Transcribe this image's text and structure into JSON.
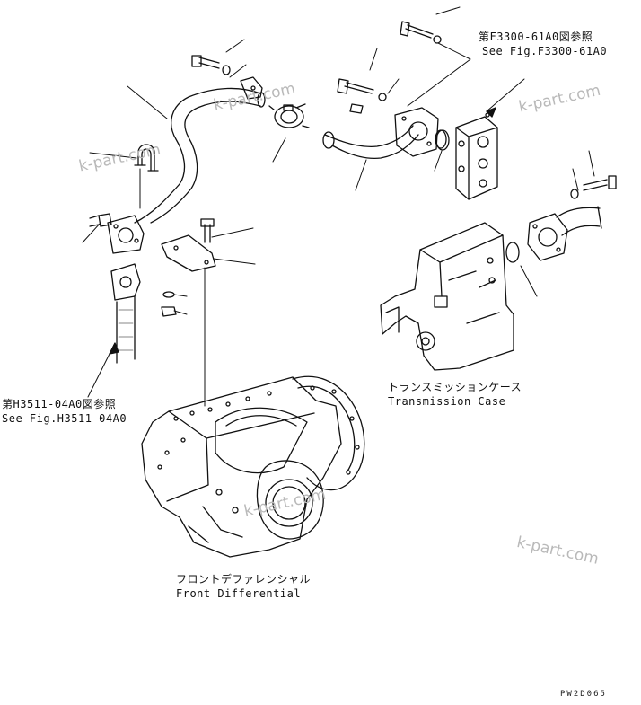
{
  "refs": {
    "top_right_jp": "第F3300-61A0図参照",
    "top_right_en": "See Fig.F3300-61A0",
    "left_jp": "第H3511-04A0図参照",
    "left_en": "See Fig.H3511-04A0"
  },
  "components": {
    "transmission_jp": "トランスミッションケース",
    "transmission_en": "Transmission Case",
    "differential_jp": "フロントデファレンシャル",
    "differential_en": "Front Differential"
  },
  "watermarks": [
    "k-part.com",
    "k-part.com",
    "k-part.com",
    "k-part.com",
    "k-part.com"
  ],
  "drawing_code": "PW2D065",
  "colors": {
    "line": "#111111",
    "watermark": "#b9b9b9"
  }
}
